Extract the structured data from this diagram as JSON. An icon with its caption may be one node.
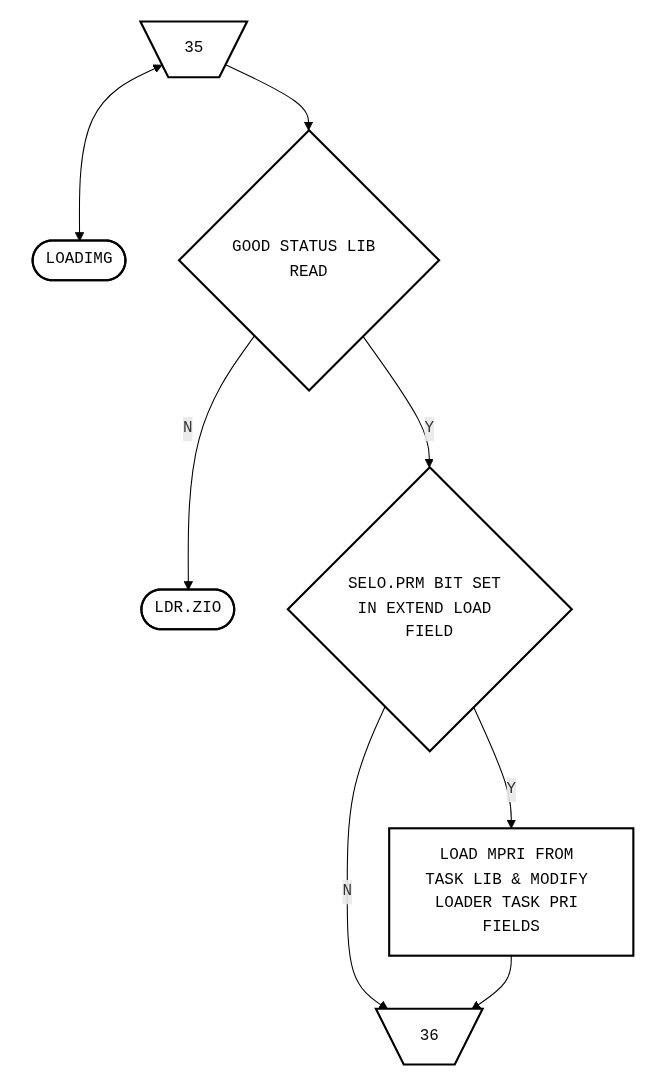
{
  "diagram": {
    "nodes": [
      {
        "text": [
          "35"
        ]
      },
      {
        "text": [
          "LOADIMG"
        ]
      },
      {
        "text": [
          "GOOD STATUS LIB READ"
        ]
      },
      {
        "text": [
          "LDR.ZIO"
        ]
      },
      {
        "text": [
          "SELO.PRM BIT SET IN EXTEND LOAD FIELD"
        ]
      },
      {
        "text": [
          "LOAD MPRI FROM TASK LIB & MODIFY LOADER TASK PRI FIELDS"
        ]
      },
      {
        "text": [
          "36"
        ]
      }
    ],
    "edges": [
      {
        "from": 0,
        "to": 2,
        "arrow": "to"
      },
      {
        "from": 0,
        "to": 1,
        "arrow": "both"
      },
      {
        "from": 2,
        "to": 3,
        "label": "N",
        "arrow": "to"
      },
      {
        "from": 2,
        "to": 4,
        "label": "Y",
        "arrow": "to"
      },
      {
        "from": 4,
        "to": 5,
        "label": "Y",
        "arrow": "to"
      },
      {
        "from": 4,
        "to": 6,
        "label": "N",
        "arrow": "to"
      },
      {
        "from": 5,
        "to": 6,
        "arrow": "to"
      }
    ]
  }
}
